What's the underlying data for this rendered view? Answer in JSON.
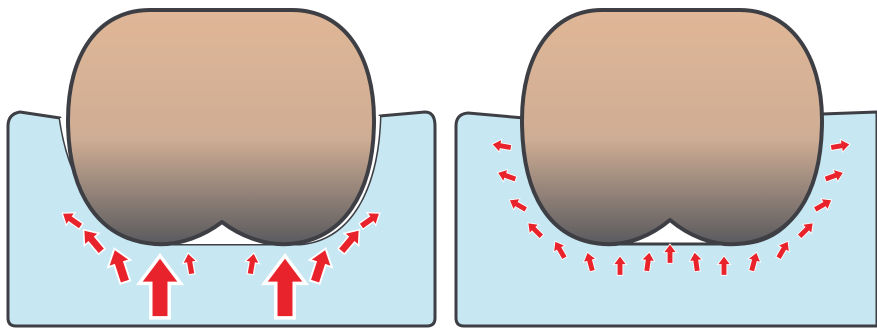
{
  "colors": {
    "background": "#ffffff",
    "cushion_fill": "#c7e7f2",
    "outline": "#3d3f45",
    "body_top": "#e0b797",
    "body_mid": "#cfad94",
    "body_bottom": "#5a5a5e",
    "arrow_fill": "#e9232b",
    "arrow_highlight": "#ffffff"
  },
  "panels": [
    {
      "id": "left",
      "depiction": "pressure-concentrated"
    },
    {
      "id": "right",
      "depiction": "pressure-distributed"
    }
  ]
}
